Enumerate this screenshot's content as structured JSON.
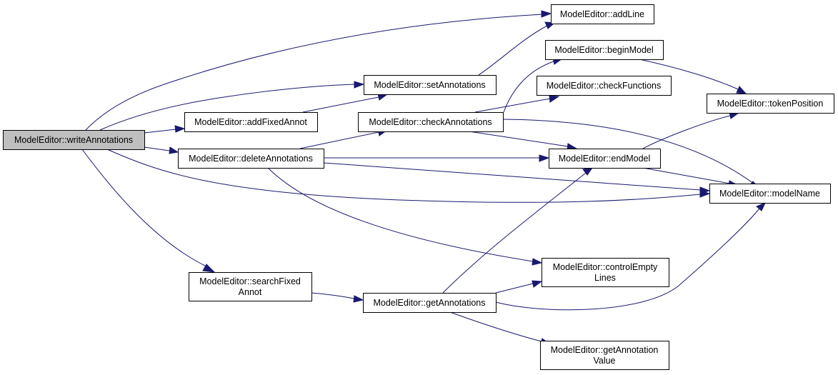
{
  "nodes": [
    {
      "id": "writeAnnotations",
      "lines": [
        "ModelEditor::writeAnnotations"
      ],
      "highlighted": true
    },
    {
      "id": "addLine",
      "lines": [
        "ModelEditor::addLine"
      ]
    },
    {
      "id": "beginModel",
      "lines": [
        "ModelEditor::beginModel"
      ]
    },
    {
      "id": "setAnnotations",
      "lines": [
        "ModelEditor::setAnnotations"
      ]
    },
    {
      "id": "checkFunctions",
      "lines": [
        "ModelEditor::checkFunctions"
      ]
    },
    {
      "id": "tokenPosition",
      "lines": [
        "ModelEditor::tokenPosition"
      ]
    },
    {
      "id": "addFixedAnnot",
      "lines": [
        "ModelEditor::addFixedAnnot"
      ]
    },
    {
      "id": "checkAnnotations",
      "lines": [
        "ModelEditor::checkAnnotations"
      ]
    },
    {
      "id": "deleteAnnotations",
      "lines": [
        "ModelEditor::deleteAnnotations"
      ]
    },
    {
      "id": "endModel",
      "lines": [
        "ModelEditor::endModel"
      ]
    },
    {
      "id": "modelName",
      "lines": [
        "ModelEditor::modelName"
      ]
    },
    {
      "id": "controlEmptyLines",
      "lines": [
        "ModelEditor::controlEmpty",
        "Lines"
      ]
    },
    {
      "id": "searchFixedAnnot",
      "lines": [
        "ModelEditor::searchFixed",
        "Annot"
      ]
    },
    {
      "id": "getAnnotations",
      "lines": [
        "ModelEditor::getAnnotations"
      ]
    },
    {
      "id": "getAnnotationValue",
      "lines": [
        "ModelEditor::getAnnotation",
        "Value"
      ]
    }
  ],
  "edges": [
    {
      "from": "writeAnnotations",
      "to": "addLine"
    },
    {
      "from": "writeAnnotations",
      "to": "setAnnotations"
    },
    {
      "from": "writeAnnotations",
      "to": "addFixedAnnot"
    },
    {
      "from": "writeAnnotations",
      "to": "deleteAnnotations"
    },
    {
      "from": "writeAnnotations",
      "to": "modelName"
    },
    {
      "from": "writeAnnotations",
      "to": "searchFixedAnnot"
    },
    {
      "from": "setAnnotations",
      "to": "addLine"
    },
    {
      "from": "addFixedAnnot",
      "to": "setAnnotations"
    },
    {
      "from": "checkAnnotations",
      "to": "beginModel"
    },
    {
      "from": "checkAnnotations",
      "to": "checkFunctions"
    },
    {
      "from": "checkAnnotations",
      "to": "endModel"
    },
    {
      "from": "checkAnnotations",
      "to": "modelName"
    },
    {
      "from": "beginModel",
      "to": "tokenPosition"
    },
    {
      "from": "endModel",
      "to": "tokenPosition"
    },
    {
      "from": "endModel",
      "to": "modelName"
    },
    {
      "from": "deleteAnnotations",
      "to": "checkAnnotations"
    },
    {
      "from": "deleteAnnotations",
      "to": "endModel"
    },
    {
      "from": "deleteAnnotations",
      "to": "modelName"
    },
    {
      "from": "deleteAnnotations",
      "to": "controlEmptyLines"
    },
    {
      "from": "searchFixedAnnot",
      "to": "getAnnotations"
    },
    {
      "from": "getAnnotations",
      "to": "endModel"
    },
    {
      "from": "getAnnotations",
      "to": "controlEmptyLines"
    },
    {
      "from": "getAnnotations",
      "to": "modelName"
    },
    {
      "from": "getAnnotations",
      "to": "getAnnotationValue"
    }
  ],
  "colors": {
    "edge": "#191970",
    "node_fill": "#ffffff",
    "highlight_fill": "#bfbfbf",
    "node_border": "#000000"
  }
}
